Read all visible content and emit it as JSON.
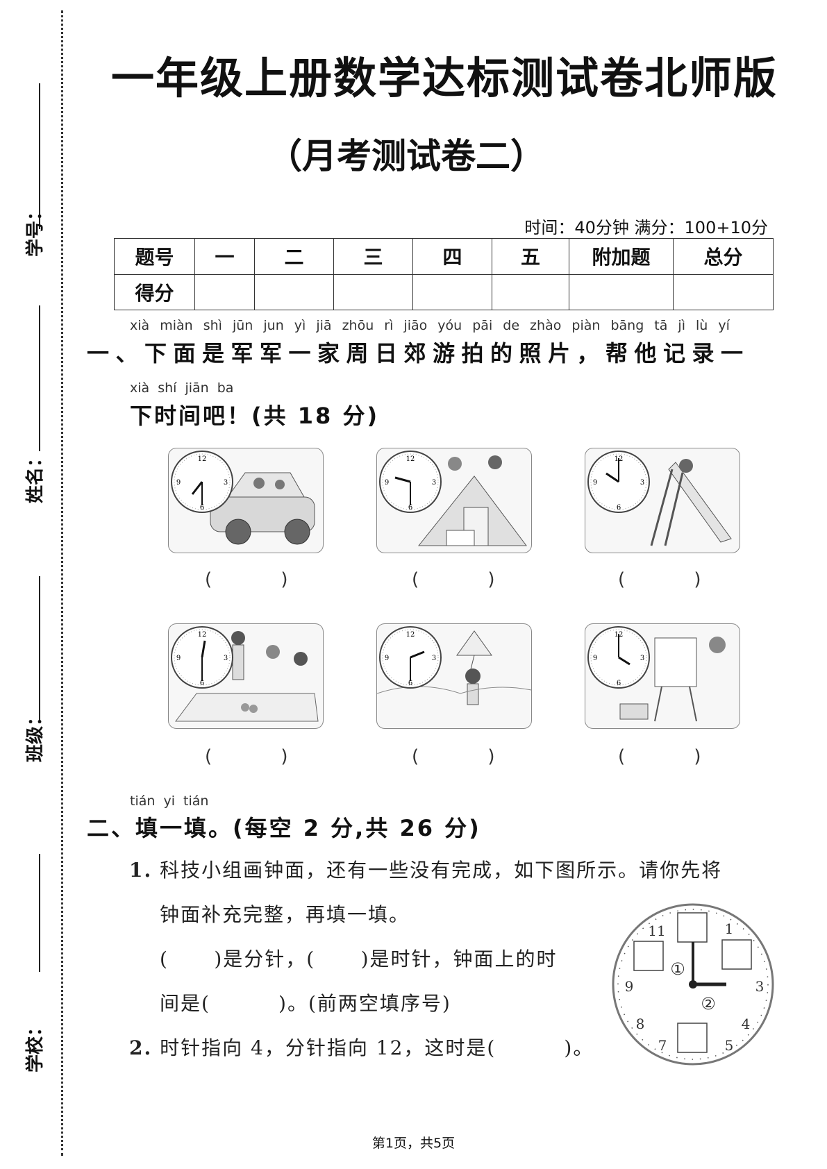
{
  "document": {
    "title": "一年级上册数学达标测试卷北师版",
    "subtitle": "（月考测试卷二）",
    "meta": "时间：40分钟  满分：100+10分"
  },
  "binding_margin": {
    "fields": [
      {
        "label": "学号："
      },
      {
        "label": "姓名："
      },
      {
        "label": "班级："
      },
      {
        "label": "学校："
      }
    ]
  },
  "score_table": {
    "header_row": [
      "题号",
      "一",
      "二",
      "三",
      "四",
      "五",
      "附加题",
      "总分"
    ],
    "score_row": [
      "得分",
      "",
      "",
      "",
      "",
      "",
      "",
      ""
    ]
  },
  "section1": {
    "pinyin_line1": "xià miàn shì jūn jun yì jiā zhōu rì jiāo yóu pāi de zhào piàn  bāng tā jì lù yí",
    "heading_line1": "一、下面是军军一家周日郊游拍的照片，帮他记录一",
    "pinyin_line2": "xià shí jiān ba",
    "heading_line2": "下时间吧！(共 18 分)",
    "pictures": [
      {
        "scene": "car-ride",
        "clock_hour": 7,
        "clock_minute": 30,
        "answer_blank": "(            )"
      },
      {
        "scene": "tent-camping",
        "clock_hour": 9,
        "clock_minute": 30,
        "answer_blank": "(            )"
      },
      {
        "scene": "slide-playground",
        "clock_hour": 10,
        "clock_minute": 0,
        "answer_blank": "(            )"
      },
      {
        "scene": "picnic",
        "clock_hour": 12,
        "clock_minute": 30,
        "answer_blank": "(            )"
      },
      {
        "scene": "kite-flying",
        "clock_hour": 2,
        "clock_minute": 30,
        "answer_blank": "(            )"
      },
      {
        "scene": "painting",
        "clock_hour": 4,
        "clock_minute": 0,
        "answer_blank": "(            )"
      }
    ]
  },
  "section2": {
    "pinyin": "tián yi tián",
    "heading": "二、填一填。(每空 2 分,共 26 分)",
    "q1": {
      "number": "1.",
      "line1": "科技小组画钟面，还有一些没有完成，如下图所示。请你先将",
      "line2": "钟面补充完整，再填一填。",
      "line3": "(      )是分针，(      )是时针，钟面上的时",
      "line4": "间是(         )。(前两空填序号)"
    },
    "q2": {
      "number": "2.",
      "text": "时针指向 4，分针指向 12，这时是(         )。"
    },
    "diagram_clock": {
      "numbers_shown": [
        "11",
        "1",
        "9",
        "3",
        "8",
        "4",
        "7",
        "5"
      ],
      "empty_boxes_at": [
        "12",
        "10",
        "2",
        "6"
      ],
      "hand_labels": [
        "①",
        "②"
      ]
    }
  },
  "footer": {
    "page_indicator": "第1页，共5页"
  }
}
